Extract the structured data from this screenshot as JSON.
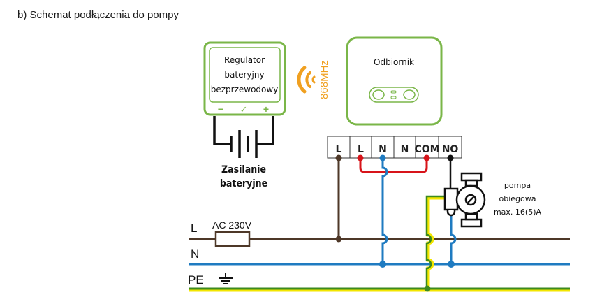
{
  "title": "b) Schemat podłączenia do pompy",
  "regulator": {
    "lines": [
      "Regulator",
      "bateryjny",
      "bezprzewodowy"
    ],
    "buttons": [
      "−",
      "✓",
      "+"
    ],
    "frame_color": "#7ab648"
  },
  "battery": {
    "label_lines": [
      "Zasilanie",
      "bateryjne"
    ]
  },
  "wireless": {
    "frequency": "868MHz",
    "color": "#f0a020",
    "icon": "wireless-signal-icon"
  },
  "receiver": {
    "label": "Odbiornik",
    "frame_color": "#7ab648"
  },
  "terminals": [
    "L",
    "L",
    "N",
    "N",
    "COM",
    "NO"
  ],
  "pump": {
    "label_lines": [
      "pompa",
      "obiegowa",
      "max. 16(5)A"
    ],
    "icon": "circulation-pump-icon"
  },
  "supply": {
    "lines": [
      {
        "name": "L",
        "color": "#4e3828"
      },
      {
        "name": "N",
        "color": "#1f7bc1"
      },
      {
        "name": "PE",
        "color": "#3c8a1e"
      }
    ],
    "fuse_label": "AC 230V",
    "ground_icon": "ground-icon"
  },
  "wire_colors": {
    "live": "#4e3828",
    "neutral": "#1f7bc1",
    "jumper": "#d7141a",
    "switched": "#111111",
    "earth": "#3c8a1e",
    "earth_stripe": "#f3e600"
  }
}
